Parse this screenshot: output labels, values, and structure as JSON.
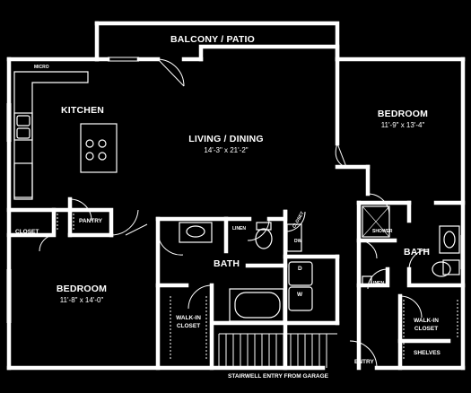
{
  "rooms": {
    "balcony": {
      "name": "BALCONY / PATIO"
    },
    "kitchen": {
      "name": "KITCHEN"
    },
    "micro": {
      "name": "MICRO"
    },
    "living": {
      "name": "LIVING / DINING",
      "dimensions": "14'-3\" x 21'-2\""
    },
    "bedroom_right": {
      "name": "BEDROOM",
      "dimensions": "11'-9\" x 13'-4\""
    },
    "bedroom_left": {
      "name": "BEDROOM",
      "dimensions": "11'-8\" x 14'-0\""
    },
    "closet": {
      "name": "CLOSET"
    },
    "pantry": {
      "name": "PANTRY"
    },
    "bath_center": {
      "name": "BATH"
    },
    "bath_right": {
      "name": "BATH"
    },
    "linen_center": {
      "name": "LINEN"
    },
    "linen_right": {
      "name": "LINEN"
    },
    "walkin_left": {
      "line1": "WALK-IN",
      "line2": "CLOSET"
    },
    "walkin_right": {
      "line1": "WALK-IN",
      "line2": "CLOSET"
    },
    "shelves": {
      "name": "SHELVES"
    },
    "shower": {
      "name": "SHOWER"
    },
    "closet_small": {
      "name": "CLOSET"
    },
    "dw": {
      "name": "DW"
    }
  },
  "appliances": {
    "dryer": "D",
    "washer": "W"
  },
  "entries": {
    "entry": "ENTRY",
    "stairwell": "STAIRWELL ENTRY FROM GARAGE"
  }
}
